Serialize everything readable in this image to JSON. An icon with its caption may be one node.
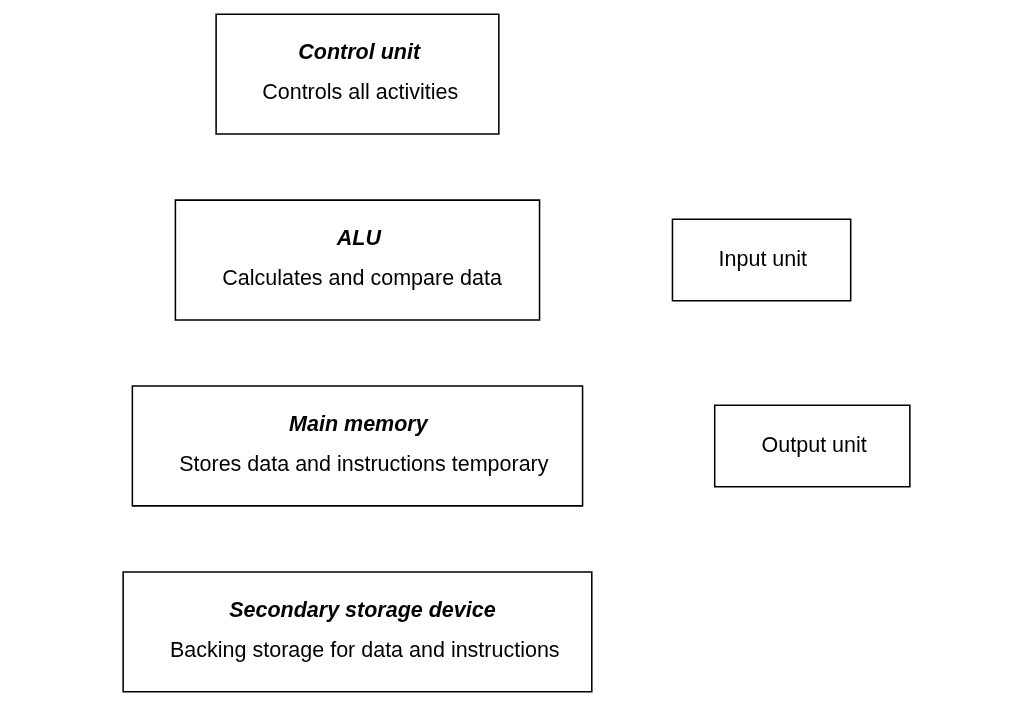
{
  "diagram": {
    "nodes": [
      {
        "text": [
          "Control unit",
          "Controls all activities"
        ]
      },
      {
        "text": [
          "ALU",
          "Calculates and compare data"
        ]
      },
      {
        "text": [
          "Input unit"
        ]
      },
      {
        "text": [
          "Main memory",
          "Stores data and instructions temporary"
        ]
      },
      {
        "text": [
          "Output unit"
        ]
      },
      {
        "text": [
          "Secondary storage device",
          "Backing storage for data and instructions"
        ]
      }
    ]
  }
}
